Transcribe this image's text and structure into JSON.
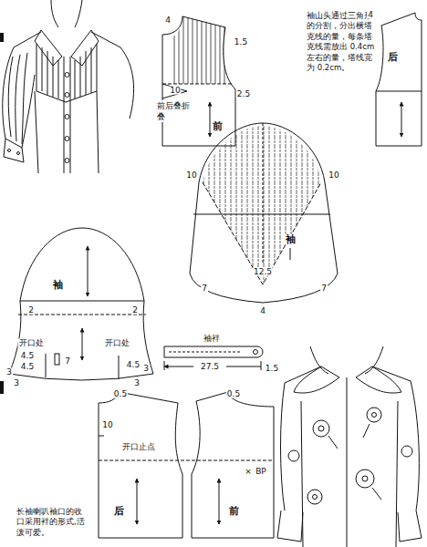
{
  "diagram": {
    "caption": "长袖喇叭袖口的收口采用袢的形式,活泼可爱。",
    "labels": [
      "袖山头通过三角形的分割，分出横塔克线的量，每条塔克线需放出 0.4cm 左右的量，塔线宽为 0.2cm。",
      "4",
      "1.5",
      "10",
      "2.5",
      "前后叠折叠",
      "前",
      "4",
      "后",
      "10",
      "10",
      "袖",
      "12.5",
      "7",
      "7",
      "4",
      "袖",
      "2",
      "2",
      "开口处",
      "开口处",
      "4.5",
      "4.5",
      "7",
      "4.5",
      "3",
      "3",
      "3",
      "3",
      "袖袢",
      "27.5",
      "1.5",
      "0.5",
      "0.5",
      "10",
      "开口止点",
      "后",
      "前",
      "×",
      "BP"
    ]
  }
}
